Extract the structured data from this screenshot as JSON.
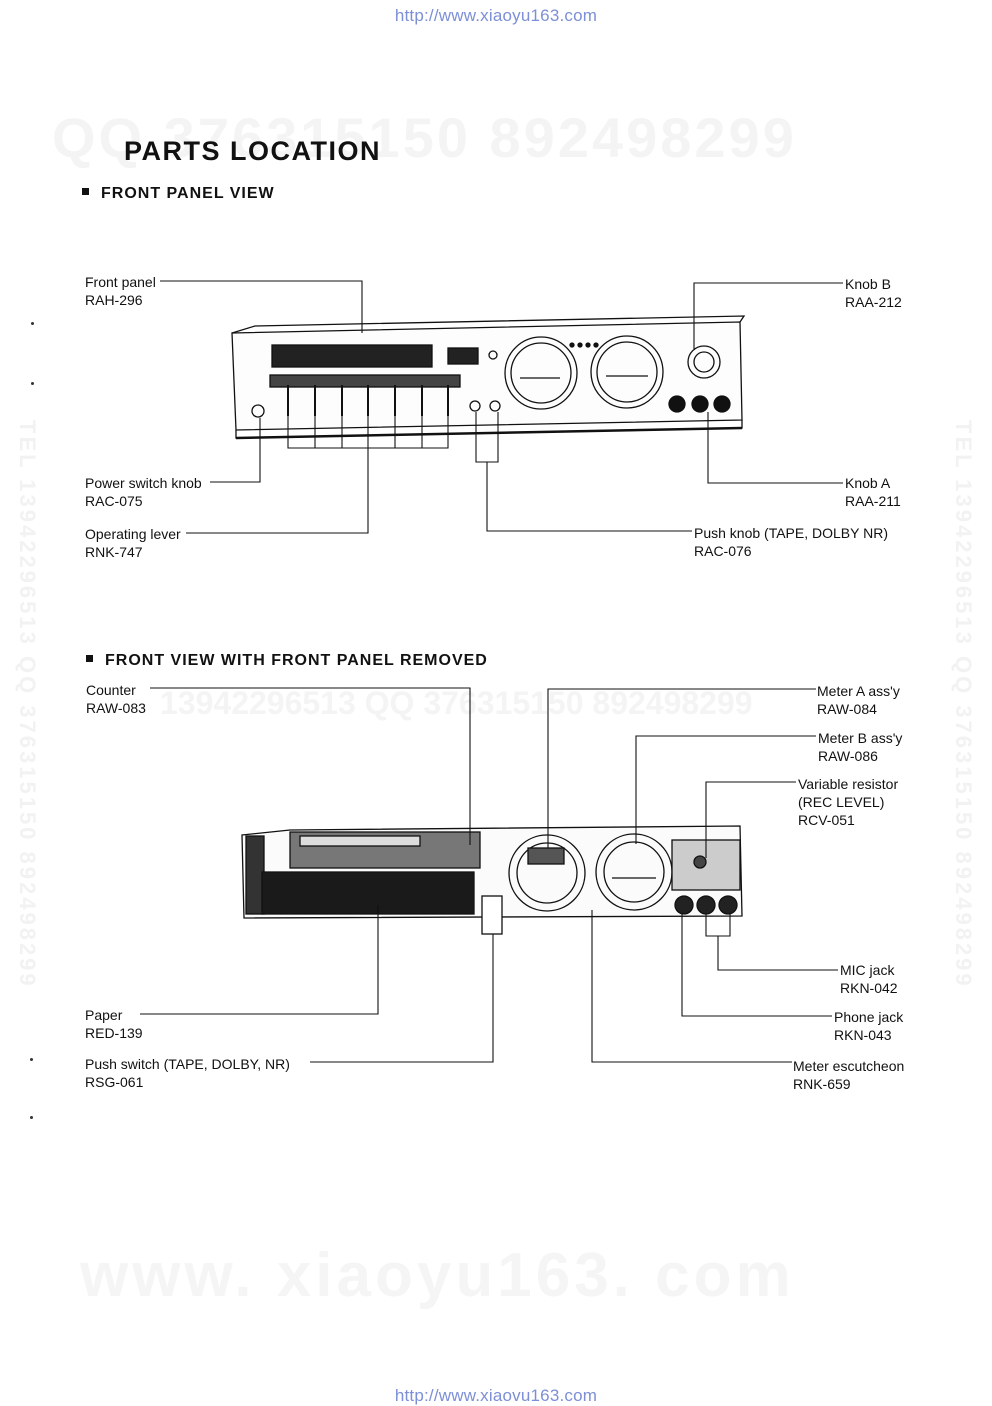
{
  "watermarks": {
    "top_url": "http://www.xiaoyu163.com",
    "bottom_url": "http://www.xiaovu163.com",
    "qq_header": "QQ 376315150   892498299",
    "big_url": "www. xiaoyu163. com",
    "mid_row": "13942296513        QQ 376315150  892498299",
    "side_left": "TEL 13942296513  QQ 376315150  892498299",
    "side_right": "TEL 13942296513  QQ 376315150  892498299"
  },
  "page": {
    "title": "PARTS LOCATION",
    "section1": "FRONT PANEL VIEW",
    "section2": "FRONT VIEW WITH FRONT PANEL REMOVED"
  },
  "labels_front": {
    "front_panel": {
      "name": "Front panel",
      "code": "RAH-296"
    },
    "power_switch_knob": {
      "name": "Power switch knob",
      "code": "RAC-075"
    },
    "operating_lever": {
      "name": "Operating lever",
      "code": "RNK-747"
    },
    "knob_b": {
      "name": "Knob B",
      "code": "RAA-212"
    },
    "knob_a": {
      "name": "Knob A",
      "code": "RAA-211"
    },
    "push_knob": {
      "name": "Push knob (TAPE, DOLBY NR)",
      "code": "RAC-076"
    }
  },
  "labels_removed": {
    "counter": {
      "name": "Counter",
      "code": "RAW-083"
    },
    "paper": {
      "name": "Paper",
      "code": "RED-139"
    },
    "push_switch": {
      "name": "Push switch (TAPE, DOLBY, NR)",
      "code": "RSG-061"
    },
    "meter_a": {
      "name": "Meter A ass'y",
      "code": "RAW-084"
    },
    "meter_b": {
      "name": "Meter B ass'y",
      "code": "RAW-086"
    },
    "variable_resistor": {
      "name": "Variable resistor",
      "sub": "(REC LEVEL)",
      "code": "RCV-051"
    },
    "mic_jack": {
      "name": "MIC jack",
      "code": "RKN-042"
    },
    "phone_jack": {
      "name": "Phone jack",
      "code": "RKN-043"
    },
    "meter_escutcheon": {
      "name": "Meter escutcheon",
      "code": "RNK-659"
    }
  }
}
